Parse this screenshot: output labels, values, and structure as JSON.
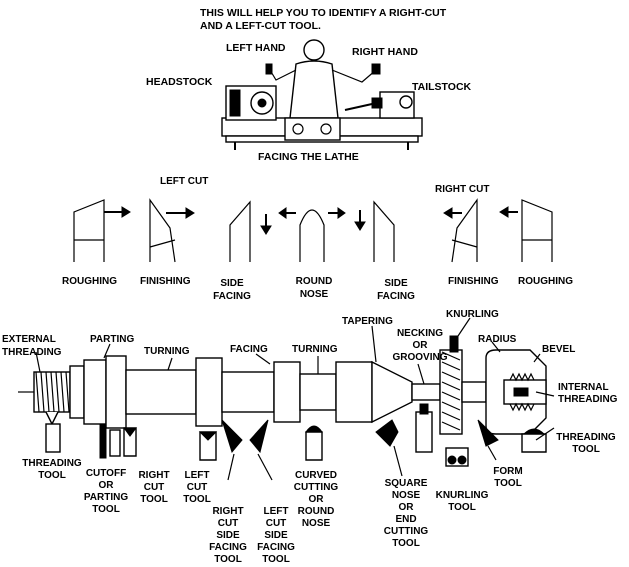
{
  "header": {
    "line1": "THIS WILL HELP YOU TO IDENTIFY A RIGHT-CUT",
    "line2": "AND A LEFT-CUT TOOL."
  },
  "lathe_view": {
    "left_hand": "LEFT HAND",
    "right_hand": "RIGHT HAND",
    "headstock": "HEADSTOCK",
    "tailstock": "TAILSTOCK",
    "caption": "FACING THE LATHE"
  },
  "tool_shapes": {
    "left_cut": "LEFT CUT",
    "right_cut": "RIGHT CUT",
    "roughing_left": "ROUGHING",
    "finishing_left": "FINISHING",
    "side_facing_left": [
      "SIDE",
      "FACING"
    ],
    "round_nose": [
      "ROUND",
      "NOSE"
    ],
    "side_facing_right": [
      "SIDE",
      "FACING"
    ],
    "finishing_right": "FINISHING",
    "roughing_right": "ROUGHING"
  },
  "workpiece": {
    "external_threading": [
      "EXTERNAL",
      "THREADING"
    ],
    "parting": "PARTING",
    "turning_1": "TURNING",
    "facing": "FACING",
    "turning_2": "TURNING",
    "tapering": "TAPERING",
    "necking": [
      "NECKING",
      "OR",
      "GROOVING"
    ],
    "knurling": "KNURLING",
    "radius": "RADIUS",
    "bevel": "BEVEL",
    "internal_threading": [
      "INTERNAL",
      "THREADING"
    ]
  },
  "tools": {
    "threading_tool": [
      "THREADING",
      "TOOL"
    ],
    "cutoff": [
      "CUTOFF",
      "OR",
      "PARTING",
      "TOOL"
    ],
    "right_cut_tool": [
      "RIGHT",
      "CUT",
      "TOOL"
    ],
    "left_cut_tool": [
      "LEFT",
      "CUT",
      "TOOL"
    ],
    "right_cut_side_facing": [
      "RIGHT",
      "CUT",
      "SIDE",
      "FACING",
      "TOOL"
    ],
    "left_cut_side_facing": [
      "LEFT",
      "CUT",
      "SIDE",
      "FACING",
      "TOOL"
    ],
    "curved_cutting": [
      "CURVED",
      "CUTTING",
      "OR",
      "ROUND",
      "NOSE"
    ],
    "square_nose": [
      "SQUARE",
      "NOSE",
      "OR",
      "END",
      "CUTTING",
      "TOOL"
    ],
    "knurling_tool": [
      "KNURLING",
      "TOOL"
    ],
    "form_tool": [
      "FORM",
      "TOOL"
    ],
    "threading_tool_right": [
      "THREADING",
      "TOOL"
    ]
  }
}
